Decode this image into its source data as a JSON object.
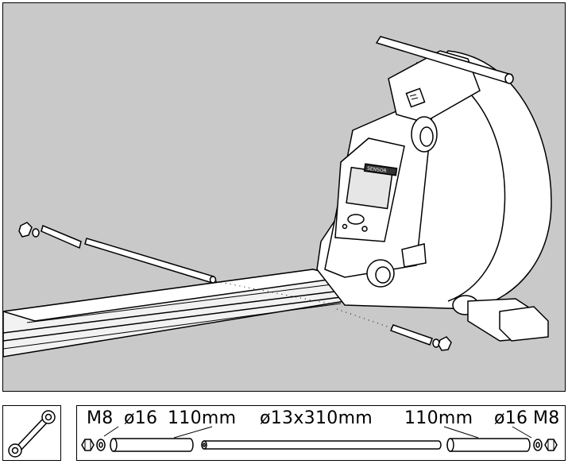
{
  "figure": {
    "tool_icon": "open-end-wrench-icon",
    "display_brand": "SENSOR"
  },
  "parts": {
    "bolt_left": "M8",
    "washer_left": "ø16",
    "spacer_left": "110mm",
    "rod": "ø13x310mm",
    "spacer_right": "110mm",
    "washer_right": "ø16",
    "bolt_right": "M8"
  }
}
